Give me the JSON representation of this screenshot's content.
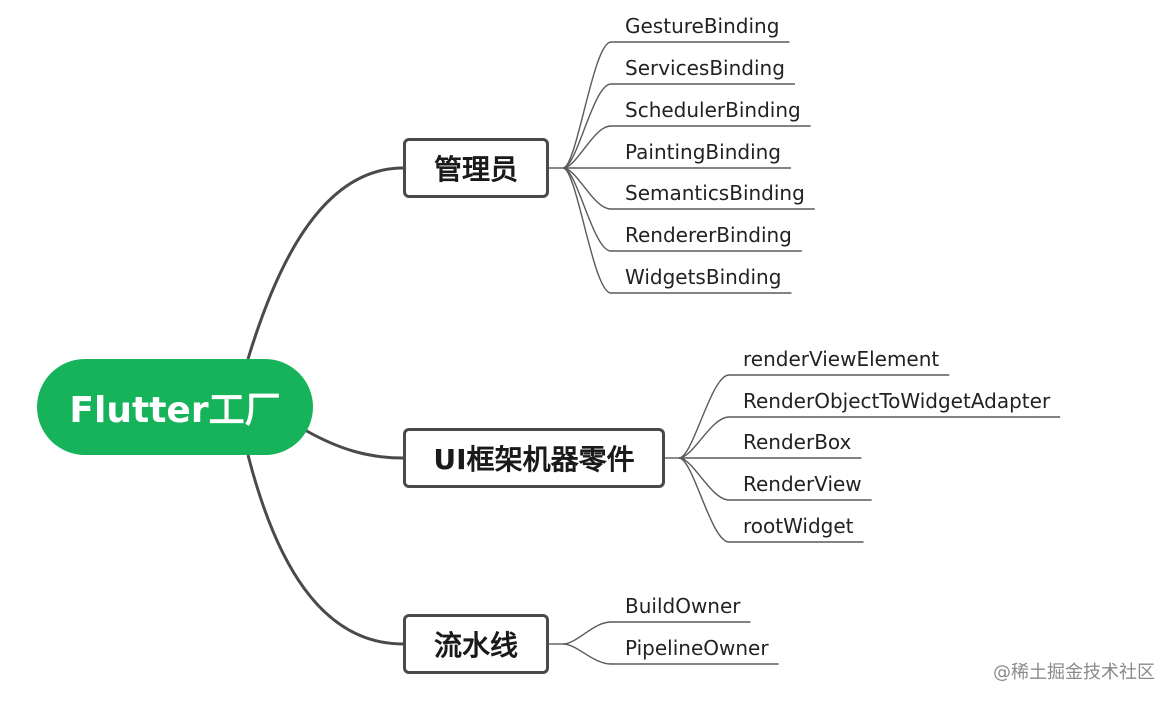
{
  "root": {
    "label": "Flutter工厂"
  },
  "branches": [
    {
      "label": "管理员",
      "children": [
        "GestureBinding",
        "ServicesBinding",
        "SchedulerBinding",
        "PaintingBinding",
        "SemanticsBinding",
        "RendererBinding",
        "WidgetsBinding"
      ]
    },
    {
      "label": "UI框架机器零件",
      "children": [
        "renderViewElement",
        "RenderObjectToWidgetAdapter",
        "RenderBox",
        "RenderView",
        "rootWidget"
      ]
    },
    {
      "label": "流水线",
      "children": [
        "BuildOwner",
        "PipelineOwner"
      ]
    }
  ],
  "watermark": "@稀土掘金技术社区",
  "colors": {
    "root_fill": "#16b35a",
    "connector": "#4a4a4a",
    "leaf_line": "#5a5a5a"
  }
}
